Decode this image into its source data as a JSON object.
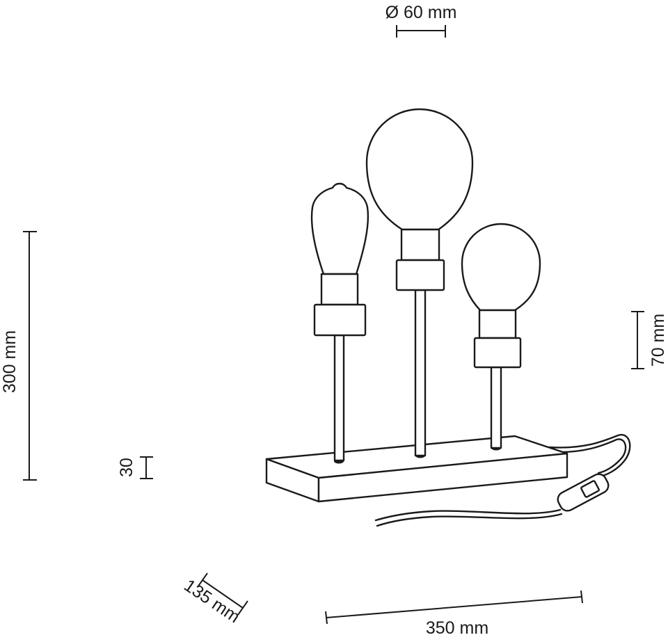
{
  "dimensions": {
    "bulb_diameter": "Ø 60 mm",
    "height": "300 mm",
    "bulb_holder_height": "70 mm",
    "base_height": "30",
    "depth": "135 mm",
    "width": "350 mm"
  },
  "colors": {
    "line": "#1a1a1a",
    "background": "#ffffff"
  }
}
